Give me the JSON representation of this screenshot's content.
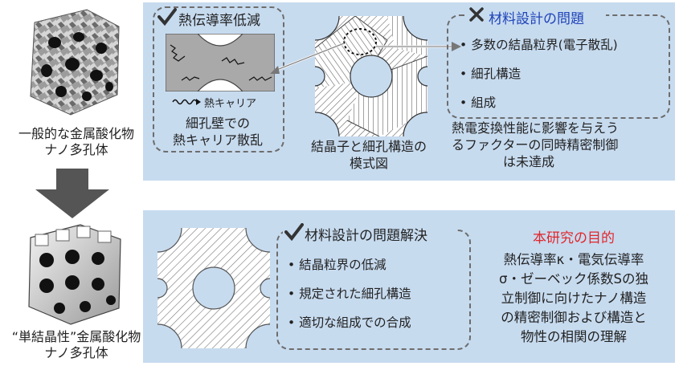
{
  "left": {
    "top_caption_line1": "一般的な金属酸化物",
    "top_caption_line2": "ナノ多孔体",
    "bottom_caption_line1": "“単結晶性”金属酸化物",
    "bottom_caption_line2": "ナノ多孔体"
  },
  "top_panel": {
    "thermal_box": {
      "title": "熱伝導率低減",
      "carrier_legend": "熱キャリア",
      "caption_line1": "細孔壁での",
      "caption_line2": "熱キャリア散乱"
    },
    "model_caption_line1": "結晶子と細孔構造の",
    "model_caption_line2": "模式図",
    "problem_box": {
      "title": "材料設計の問題",
      "items": [
        "多数の結晶粒界(電子散乱)",
        "細孔構造",
        "組成"
      ]
    },
    "conclusion_line1": "熱電変換性能に影響を与えう",
    "conclusion_line2": "るファクターの同時精密制御",
    "conclusion_line3": "は未達成"
  },
  "bottom_panel": {
    "solution_box": {
      "title": "材料設計の問題解決",
      "items": [
        "結晶粒界の低減",
        "規定された細孔構造",
        "適切な組成での合成"
      ]
    },
    "purpose_title": "本研究の目的",
    "purpose_line1": "熱伝導率κ・電気伝導率",
    "purpose_line2": "σ・ゼーベック係数Sの独",
    "purpose_line3": "立制御に向けたナノ構造",
    "purpose_line4": "の精密制御および構造と",
    "purpose_line5": "物性の相関の理解"
  },
  "colors": {
    "panel_bg": "#c7dbef",
    "accent_red": "#e0262b",
    "accent_blue": "#1f43b9",
    "arrow_gray": "#555555"
  }
}
